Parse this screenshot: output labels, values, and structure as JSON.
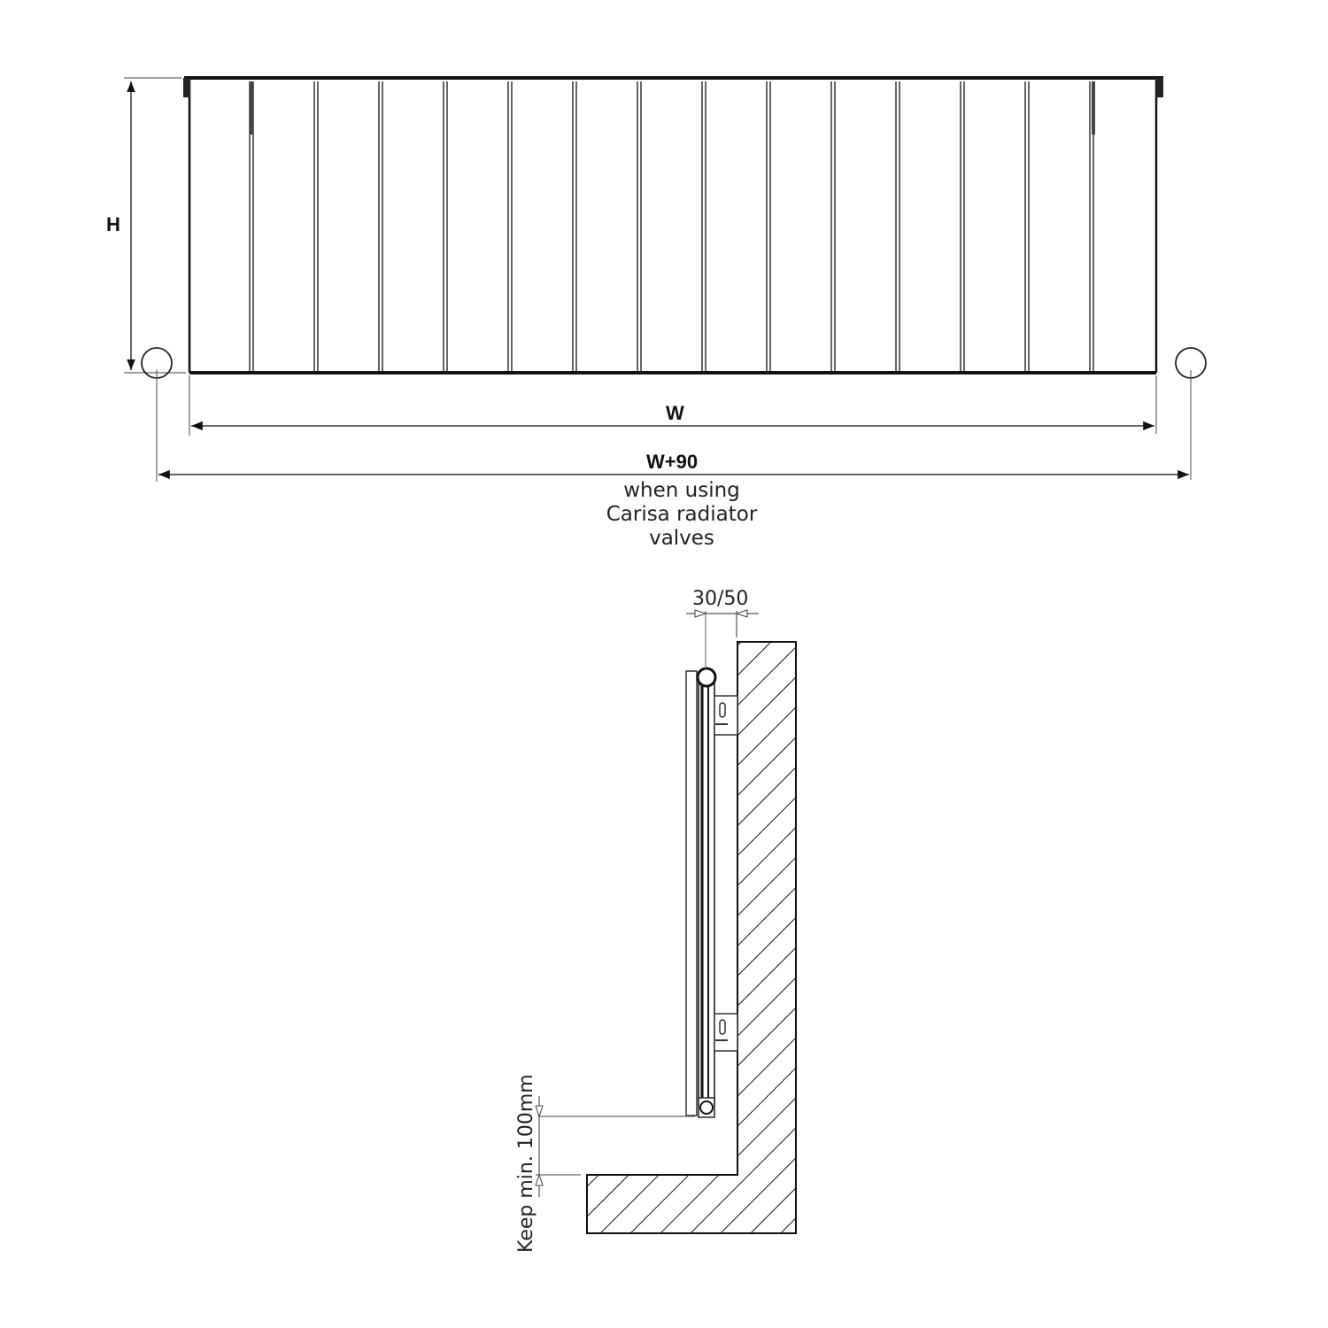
{
  "front_view": {
    "height_label": "H",
    "width_label": "W",
    "total_width_label": "W+90",
    "note_lines": [
      "when using",
      "Carisa radiator",
      "valves"
    ],
    "panel_count": 15
  },
  "side_view": {
    "wall_gap_label": "30/50",
    "floor_clearance_label": "Keep min. 100mm"
  },
  "colors": {
    "line": "#111111",
    "dim_line": "#555555",
    "background": "#ffffff"
  }
}
